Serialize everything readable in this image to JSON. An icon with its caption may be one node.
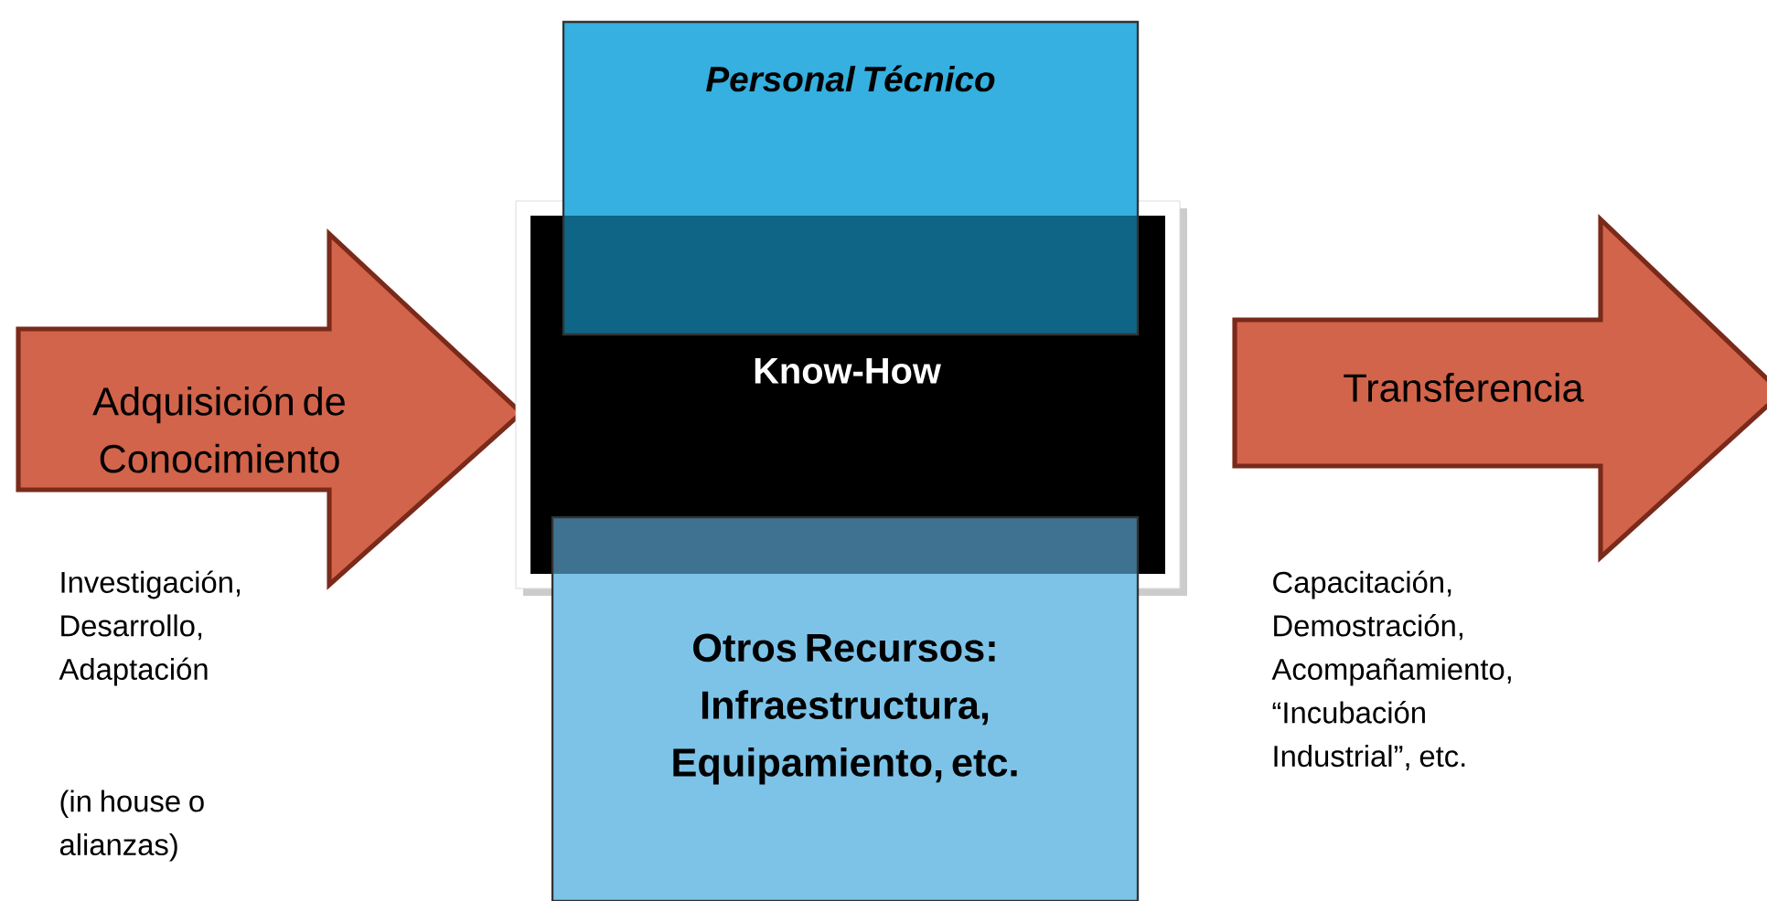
{
  "diagram": {
    "nodes": [
      {
        "text": [
          "Adquisición de Conocimiento"
        ],
        "beside": [
          "Investigación, Desarrollo, Adaptación"
        ]
      },
      {
        "text": [
          "Know-How"
        ]
      },
      {
        "text": [
          "Personal Técnico"
        ]
      },
      {
        "text": [
          "Otros Recursos: Infraestructura, Equipamiento, etc."
        ]
      },
      {
        "text": [
          "Transferencia"
        ],
        "beside": [
          "Capacitación, Demostración, Acompañamiento, “Incubación Industrial”, etc."
        ]
      }
    ],
    "labels": [
      "(in house o alianzas)"
    ]
  }
}
